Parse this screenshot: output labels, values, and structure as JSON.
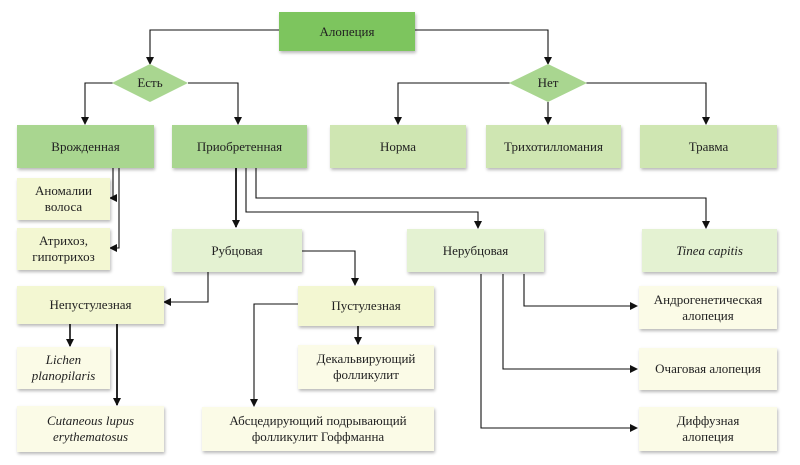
{
  "diagram": {
    "root": "Алопеция",
    "decision_yes": "Есть",
    "decision_no": "Нет",
    "congenital": "Врожденная",
    "acquired": "Приобретенная",
    "norm": "Норма",
    "trichotillomania": "Трихотилломания",
    "trauma": "Травма",
    "hair_anomalies": [
      "Аномалии",
      "волоса"
    ],
    "atrichosis": [
      "Атрихоз,",
      "гипотрихоз"
    ],
    "scarring": "Рубцовая",
    "nonscarring": "Нерубцовая",
    "tinea": "Tinea capitis",
    "nonpustular": "Непустулезная",
    "pustular": "Пустулезная",
    "lichen": [
      "Lichen",
      "planopilaris"
    ],
    "lupus": [
      "Cutaneous lupus",
      "erythematosus"
    ],
    "decalvans": [
      "Декальвирующий",
      "фолликулит"
    ],
    "hoffmann": [
      "Абсцедирующий подрывающий",
      "фолликулит Гоффманна"
    ],
    "androgenetic": [
      "Андрогенетическая",
      "алопеция"
    ],
    "areata": "Очаговая алопеция",
    "diffuse": [
      "Диффузная",
      "алопеция"
    ]
  },
  "colors": {
    "root": "#7dc55e",
    "level1": "#a9d690",
    "level2": "#e4f2d2",
    "level3": "#f3f7d2",
    "level4": "#fbfbe7",
    "lines": "#111111"
  }
}
